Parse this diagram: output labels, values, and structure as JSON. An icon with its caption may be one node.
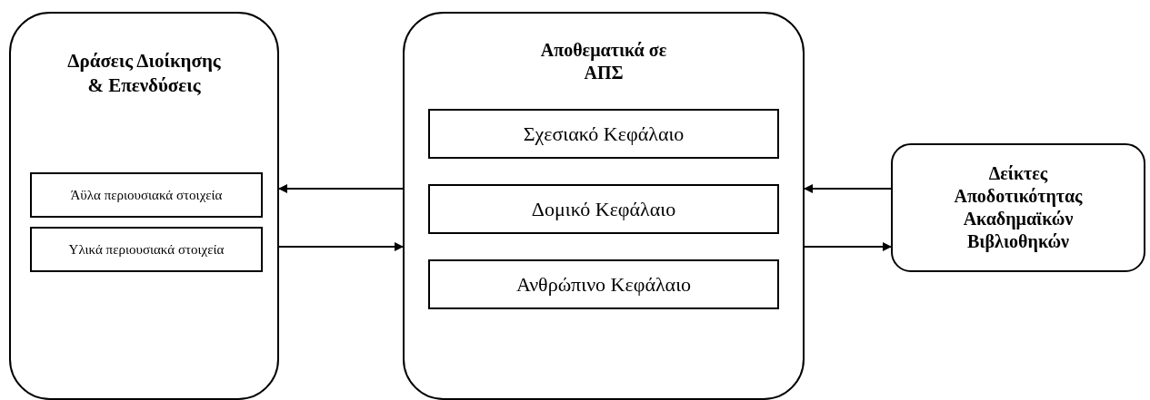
{
  "diagram": {
    "nodes": [
      {
        "text": [
          "Δράσεις Διοίκησης & Επενδύσεις"
        ]
      },
      {
        "text": [
          "Άϋλα περιουσιακά στοιχεία"
        ],
        "in": 0
      },
      {
        "text": [
          "Υλικά περιουσιακά στοιχεία"
        ],
        "in": 0
      },
      {
        "text": [
          "Αποθεματικά σε ΑΠΣ"
        ]
      },
      {
        "text": [
          "Σχεσιακό Κεφάλαιο"
        ],
        "in": 3
      },
      {
        "text": [
          "Δομικό Κεφάλαιο"
        ],
        "in": 3
      },
      {
        "text": [
          "Ανθρώπινο Κεφάλαιο"
        ],
        "in": 3
      },
      {
        "text": [
          "Δείκτες Αποδοτικότητας Ακαδημαϊκών Βιβλιοθηκών"
        ]
      }
    ],
    "edges": [
      {
        "from": 3,
        "to": 0,
        "arrow": "to"
      },
      {
        "from": 0,
        "to": 3,
        "arrow": "to"
      },
      {
        "from": 7,
        "to": 3,
        "arrow": "to"
      },
      {
        "from": 3,
        "to": 7,
        "arrow": "to"
      }
    ]
  }
}
